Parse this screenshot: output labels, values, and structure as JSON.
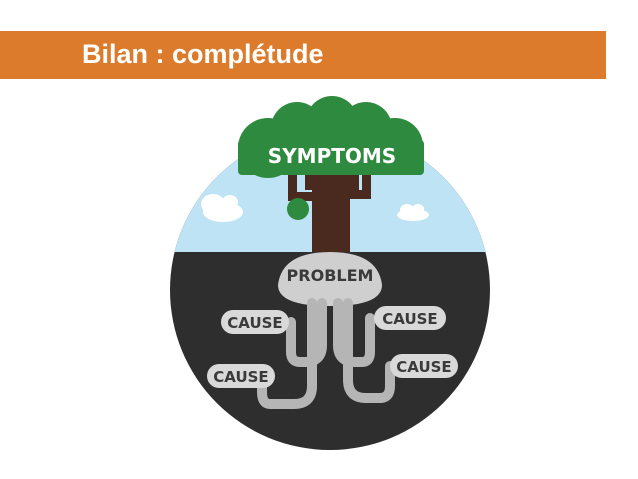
{
  "slide": {
    "title": "Bilan : complétude"
  },
  "diagram": {
    "crown_label": "SYMPTOMS",
    "trunk_base_label": "PROBLEM",
    "root_labels": [
      "CAUSE",
      "CAUSE",
      "CAUSE",
      "CAUSE"
    ]
  },
  "colors": {
    "title_bar": "#DB7B2B",
    "sky": "#BDE3F5",
    "ground": "#2E2E2E",
    "roots": "#B5B5B5",
    "label_box": "#D9D9D9",
    "label_text": "#3A3A3A",
    "foliage": "#2E8A3E",
    "trunk": "#4A2A1E"
  }
}
